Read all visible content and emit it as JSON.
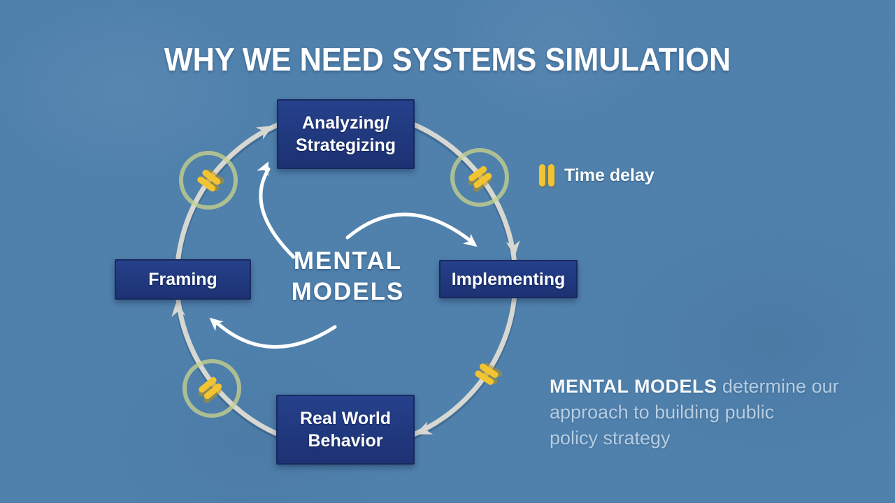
{
  "title": "WHY WE NEED SYSTEMS SIMULATION",
  "legend": {
    "label": "Time delay"
  },
  "cycle": {
    "center": {
      "label": "MENTAL\nMODELS"
    },
    "nodes": {
      "analyzing": {
        "label": "Analyzing/\nStrategizing"
      },
      "implementing": {
        "label": "Implementing"
      },
      "framing": {
        "label": "Framing"
      },
      "real_world": {
        "label": "Real World\nBehavior"
      }
    }
  },
  "caption": {
    "lines": [
      {
        "bold": "MENTAL MODELS",
        "text": " determine our"
      },
      {
        "bold": "",
        "text": "approach to building public"
      },
      {
        "bold": "",
        "text": "policy strategy"
      }
    ]
  },
  "colors": {
    "background": "#4f81ad",
    "node_navy": "#20387d",
    "arc_gray": "#d7d8d2",
    "arc_shadow": "rgba(25,45,75,0.22)",
    "delay_yellow": "#f2c430",
    "delay_yellow_shadow": "#bd9212",
    "ring_green": "#c7d18c",
    "inner_arrow_white": "#ffffff",
    "caption_light_blue": "#b5cde2",
    "text_white": "#ffffff"
  }
}
